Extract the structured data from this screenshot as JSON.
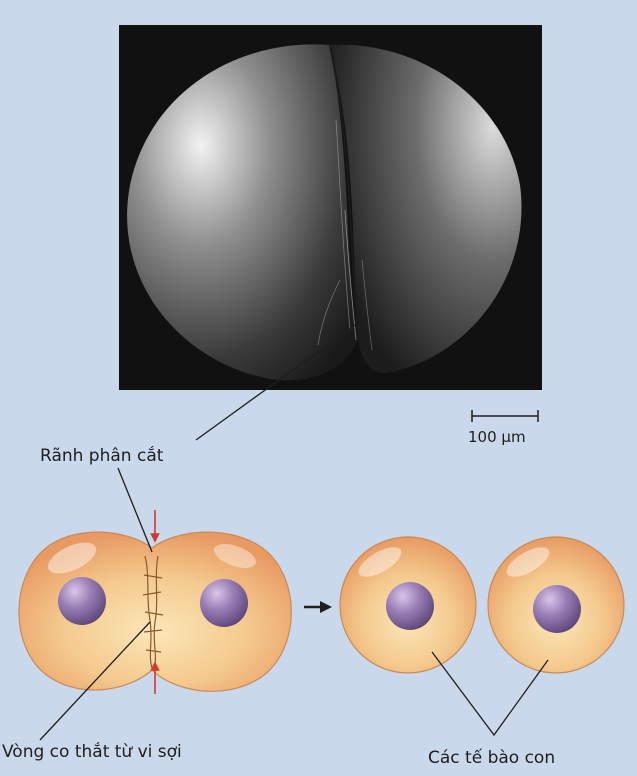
{
  "labels": {
    "cleavage_furrow": "Rãnh phân cắt",
    "contractile_ring": "Vòng co thắt từ vi sợi",
    "daughter_cells": "Các tế bào con",
    "scale_bar": "100 μm"
  },
  "colors": {
    "background": "#c9d8ea",
    "micrograph_frame": "#111111",
    "cytoplasm_light": "#fbe7b8",
    "cytoplasm_dark": "#e89a62",
    "nucleus": "#8a6fa5",
    "arrow_red": "#d23a2e"
  },
  "icons": {
    "process_arrow": "right-arrow-icon",
    "constriction_arrows": "red-arrow-icon"
  }
}
